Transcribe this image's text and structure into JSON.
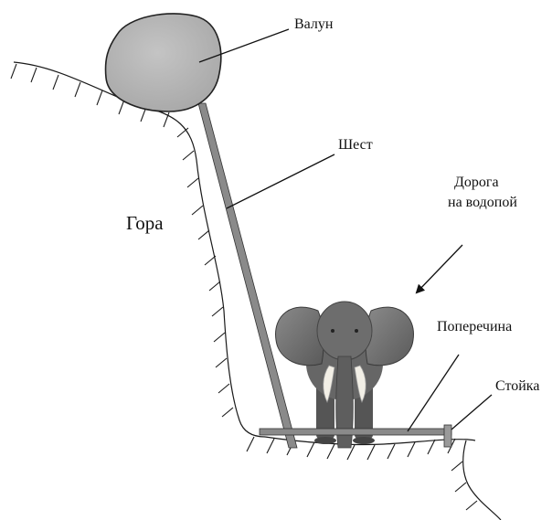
{
  "labels": {
    "boulder": "Валун",
    "pole": "Шест",
    "mountain": "Гора",
    "road_line1": "Дорога",
    "road_line2": "на водопой",
    "crossbar": "Поперечина",
    "post": "Стойка"
  },
  "colors": {
    "boulder_fill": "#b3b3b3",
    "pole_fill": "#8a8a8a",
    "elephant_body": "#6e6e6e",
    "tusk": "#f2efe6",
    "line": "#1a1a1a"
  },
  "icons": {
    "elephant": "elephant-icon",
    "arrow": "arrow-icon"
  }
}
